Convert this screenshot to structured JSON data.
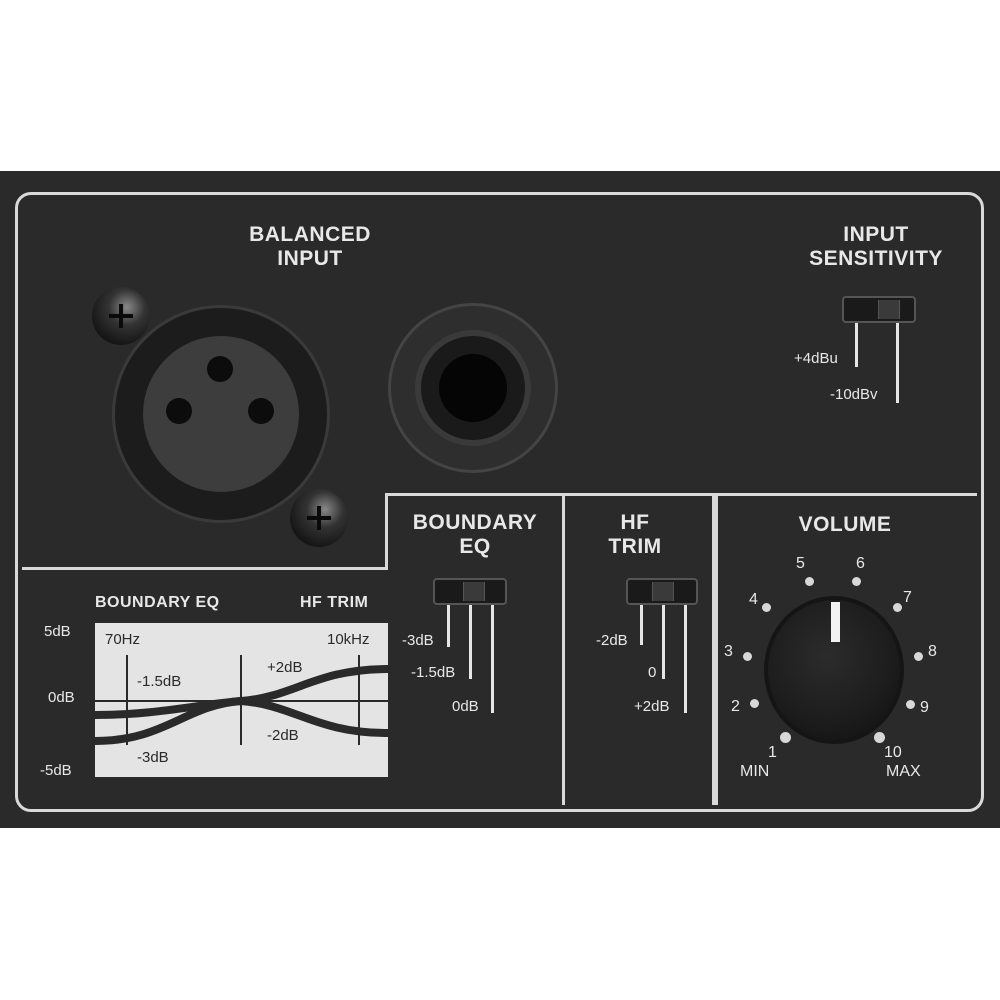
{
  "panel": {
    "balanced_input": {
      "title_line1": "BALANCED",
      "title_line2": "INPUT",
      "connectors": [
        "xlr-female-3pin",
        "quarter-inch-trs-jack"
      ]
    },
    "input_sensitivity": {
      "title_line1": "INPUT",
      "title_line2": "SENSITIVITY",
      "options": [
        "+4dBu",
        "-10dBv"
      ],
      "selected": "-10dBv"
    },
    "boundary_eq": {
      "title_line1": "BOUNDARY",
      "title_line2": "EQ",
      "options": [
        "-3dB",
        "-1.5dB",
        "0dB"
      ],
      "selected": "-1.5dB"
    },
    "hf_trim": {
      "title_line1": "HF",
      "title_line2": "TRIM",
      "options": [
        "-2dB",
        "0",
        "+2dB"
      ],
      "selected": "0"
    },
    "volume": {
      "title": "VOLUME",
      "scale": [
        "1",
        "2",
        "3",
        "4",
        "5",
        "6",
        "7",
        "8",
        "9",
        "10"
      ],
      "min_label": "MIN",
      "max_label": "MAX",
      "value": "5.5"
    },
    "eq_graph": {
      "title_left": "BOUNDARY EQ",
      "title_right": "HF TRIM",
      "y_labels": [
        "5dB",
        "0dB",
        "-5dB"
      ],
      "freq_low": "70Hz",
      "freq_high": "10kHz",
      "curve_labels": {
        "low_mid": "-1.5dB",
        "low_max": "-3dB",
        "high_boost": "+2dB",
        "high_cut": "-2dB"
      }
    }
  },
  "colors": {
    "panel_bg": "#2a2a2a",
    "outline": "#d9d9d9",
    "text": "#e8e8e8",
    "graph_bg": "#e4e4e4"
  }
}
